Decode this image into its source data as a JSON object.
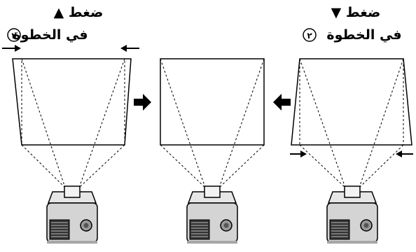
{
  "labels": {
    "left": {
      "line1": "ضغط ▲",
      "line2": "في الخطوة",
      "step": "٢"
    },
    "right": {
      "line1": "ضغط ▼",
      "line2": "في الخطوة",
      "step": "٢"
    }
  },
  "colors": {
    "stroke": "#000000",
    "projector_body": "#d9d9d9",
    "projector_shade": "#a6a6a6",
    "projector_grill": "#333333"
  },
  "icons": {
    "direction_arrows": "arrow-icon",
    "projector": "projector-icon"
  }
}
